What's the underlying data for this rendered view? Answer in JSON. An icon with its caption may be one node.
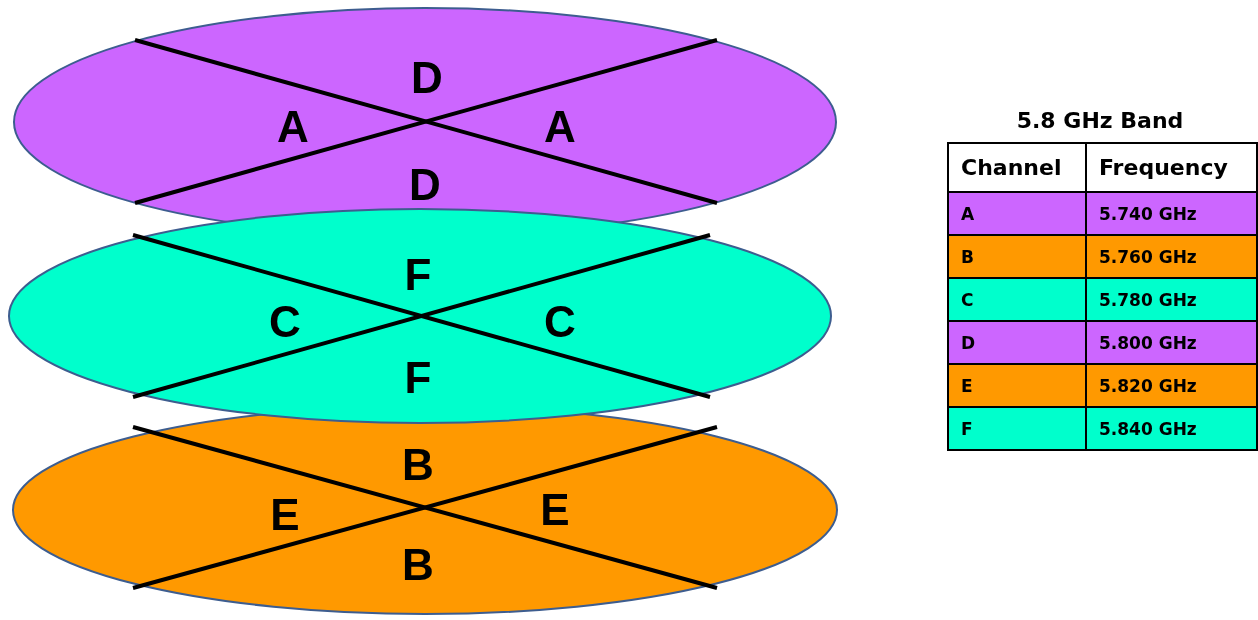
{
  "diagram": {
    "nodes": [
      {
        "text": [
          "D",
          "A",
          "A",
          "D"
        ]
      },
      {
        "text": [
          "F",
          "C",
          "C",
          "F"
        ]
      },
      {
        "text": [
          "B",
          "E",
          "E",
          "B"
        ]
      }
    ],
    "labels": [
      "5.8 GHz Band",
      "Channel",
      "Frequency",
      "A",
      "5.740 GHz",
      "B",
      "5.760 GHz",
      "C",
      "5.780 GHz",
      "D",
      "5.800 GHz",
      "E",
      "5.820 GHz",
      "F",
      "5.840 GHz"
    ]
  }
}
